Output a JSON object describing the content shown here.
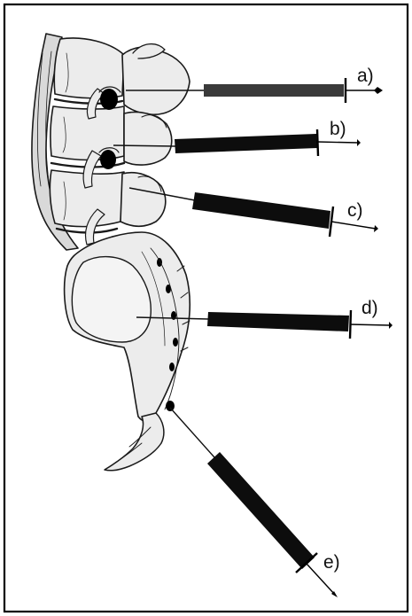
{
  "figure": {
    "labels": {
      "a": "a)",
      "b": "b)",
      "c": "c)",
      "d": "d)",
      "e": "e)"
    },
    "colors": {
      "frame": "#000000",
      "syringe_a": "#3a3a3a",
      "syringe": "#0d0d0d",
      "bone_fill": "#ececec",
      "bone_line": "#1a1a1a",
      "background": "#ffffff"
    }
  }
}
